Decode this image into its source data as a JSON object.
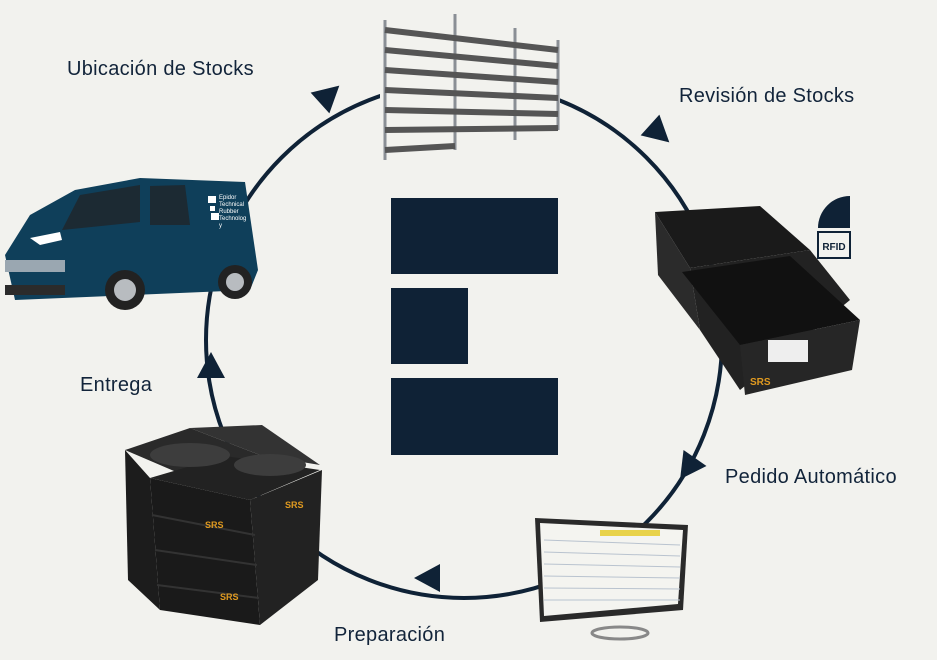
{
  "stages": [
    {
      "label": "Ubicación de Stocks",
      "image": "warehouse-shelving"
    },
    {
      "label": "Revisión de Stocks",
      "image": "storage-bins-rfid"
    },
    {
      "label": "Pedido Automático",
      "image": "monitor-order-list"
    },
    {
      "label": "Preparación",
      "image": "stacked-crates"
    },
    {
      "label": "Entrega",
      "image": "delivery-van"
    }
  ],
  "rfid_badge": "RFID",
  "crate_brand": "SRS",
  "van_logo_text": "Epidor Technical Rubber Technology",
  "colors": {
    "navy": "#0f2236",
    "background": "#f2f2ee",
    "van": "#0f3f5a",
    "crate": "#1c1c1c"
  }
}
